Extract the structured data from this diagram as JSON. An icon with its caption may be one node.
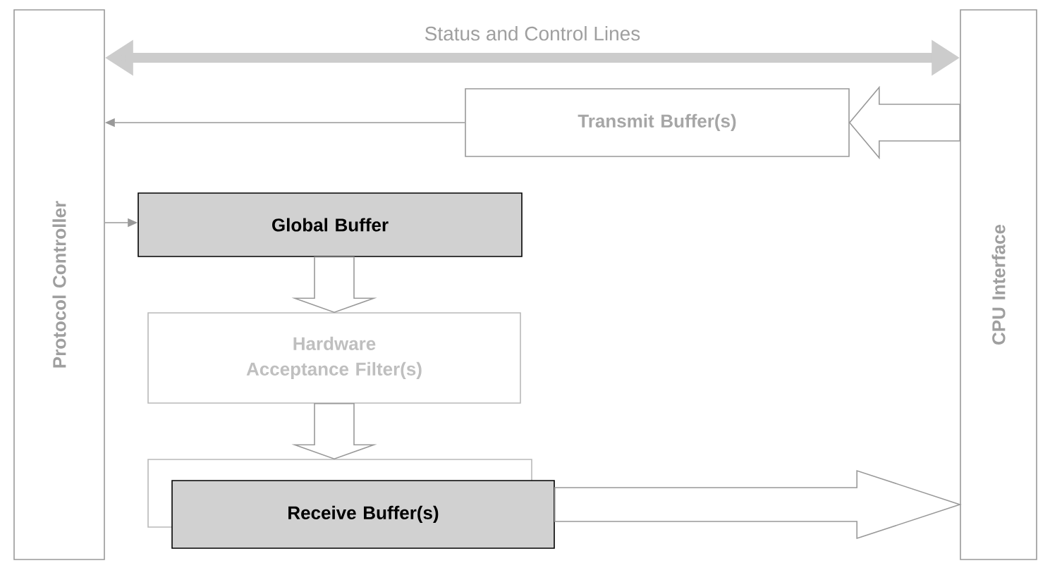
{
  "diagram": {
    "nodes": [
      {
        "text": [
          "Protocol Controller"
        ]
      },
      {
        "text": [
          "CPU Interface"
        ]
      },
      {
        "text": [
          "Transmit Buffer(s)"
        ]
      },
      {
        "text": [
          "Global Buffer"
        ]
      },
      {
        "text": [
          "Hardware Acceptance Filter(s)"
        ]
      },
      {
        "text": [],
        "shape": "box"
      },
      {
        "text": [
          "Receive Buffer(s)"
        ]
      }
    ],
    "edges": [
      {
        "from": 0,
        "to": 1,
        "arrow": "both",
        "label": "Status and Control Lines",
        "style": "thick",
        "color": "#cccccc"
      },
      {
        "from": 1,
        "to": 2,
        "arrow": "to",
        "style": "thick"
      },
      {
        "from": 2,
        "to": 0,
        "arrow": "to"
      },
      {
        "from": 0,
        "to": 3,
        "arrow": "to"
      },
      {
        "from": 3,
        "to": 4,
        "arrow": "to",
        "style": "thick"
      },
      {
        "from": 4,
        "to": 5,
        "arrow": "to",
        "style": "thick"
      },
      {
        "from": 6,
        "to": 1,
        "arrow": "to",
        "style": "thick"
      }
    ]
  }
}
